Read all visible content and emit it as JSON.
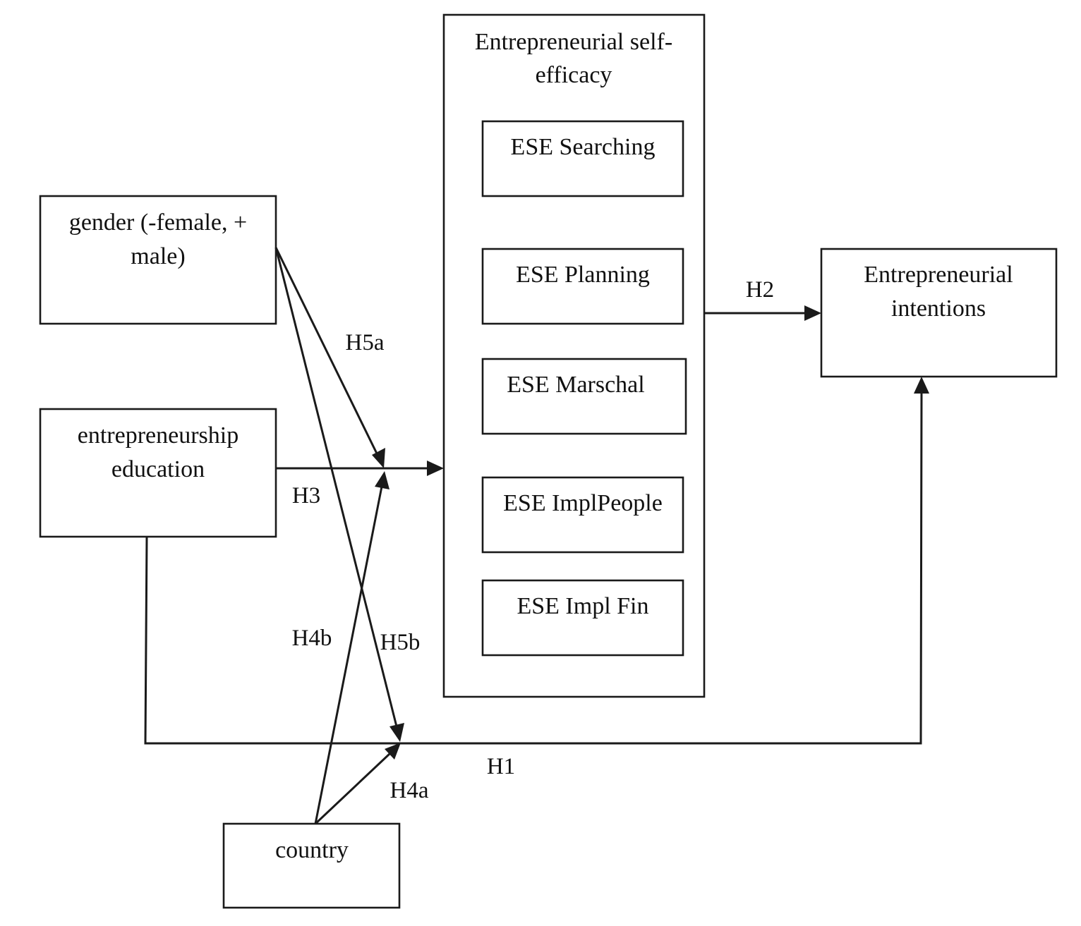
{
  "nodes": {
    "gender": {
      "line1": "gender (-female, +",
      "line2": "male)"
    },
    "education": {
      "line1": "entrepreneurship",
      "line2": "education"
    },
    "country": {
      "line1": "country"
    },
    "ese": {
      "title_line1": "Entrepreneurial self-",
      "title_line2": "efficacy",
      "items": [
        "ESE Searching",
        "ESE Planning",
        "ESE Marschal",
        "ESE ImplPeople",
        "ESE Impl Fin"
      ]
    },
    "intentions": {
      "line1": "Entrepreneurial",
      "line2": "intentions"
    }
  },
  "edge_labels": {
    "h1": "H1",
    "h2": "H2",
    "h3": "H3",
    "h4a": "H4a",
    "h4b": "H4b",
    "h5a": "H5a",
    "h5b": "H5b"
  }
}
